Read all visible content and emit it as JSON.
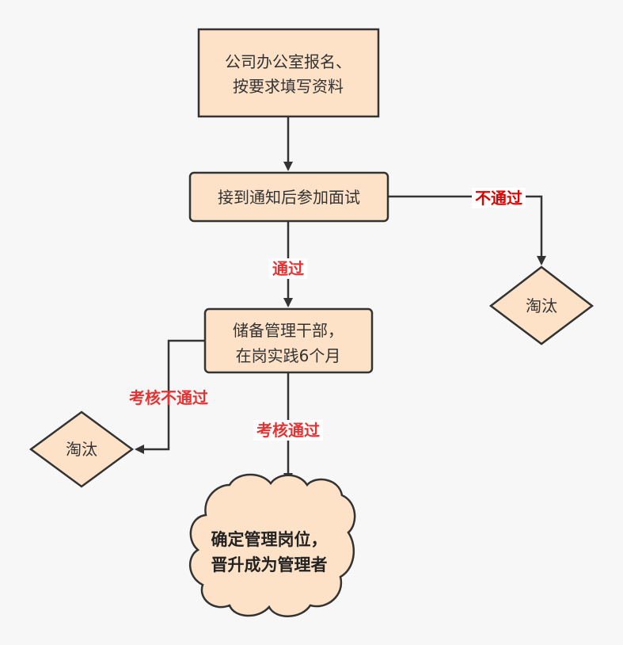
{
  "colors": {
    "node_fill": "#fde2c8",
    "node_stroke": "#333333",
    "edge": "#333333",
    "label_red": "#e53333",
    "background": "#f7f7f7"
  },
  "nodes": {
    "register": {
      "line1": "公司办公室报名、",
      "line2": "按要求填写资料"
    },
    "interview": {
      "label": "接到通知后参加面试"
    },
    "trainee": {
      "line1": "储备管理干部，",
      "line2": "在岗实践6个月"
    },
    "eliminate_right": {
      "label": "淘汰"
    },
    "eliminate_left": {
      "label": "淘汰"
    },
    "promote": {
      "line1": "确定管理岗位，",
      "line2": "晋升成为管理者"
    }
  },
  "edges": {
    "interview_fail": "不通过",
    "interview_pass": "通过",
    "review_fail": "考核不通过",
    "review_pass": "考核通过"
  }
}
